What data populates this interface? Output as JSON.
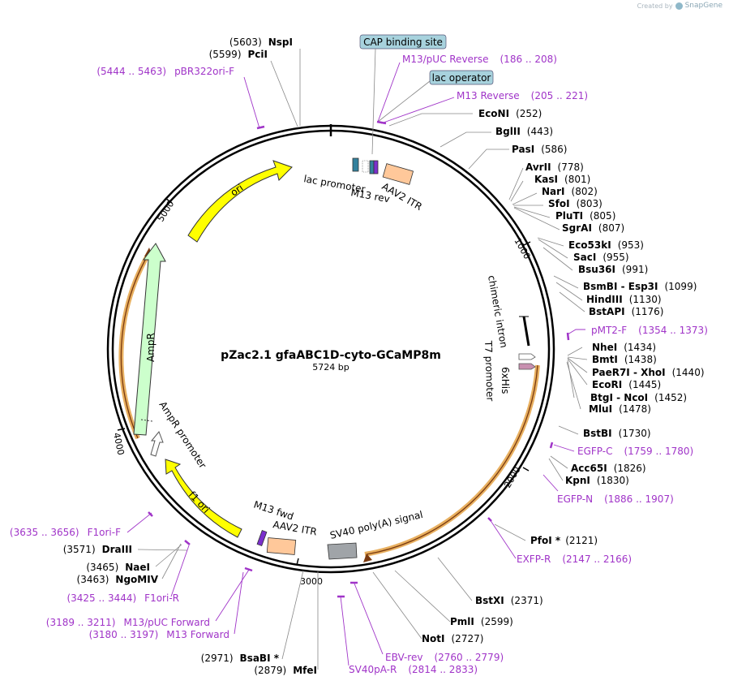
{
  "brand": {
    "created_by": "Created by",
    "app": "SnapGene"
  },
  "plasmid": {
    "name": "pZac2.1 gfaABC1D-cyto-GCaMP8m",
    "length_label": "5724 bp",
    "length": 5724
  },
  "colors": {
    "primer": "#a034c8",
    "ori": "#ffff00",
    "ampr": "#ccffcc",
    "orf_highlight": "#e8b060",
    "itr": "#ffc89a",
    "polyA": "#a0a4a8",
    "lac": "#33819d",
    "m13": "#7b2fcc",
    "callout": "#a7d2dd"
  },
  "ticks": [
    "1000",
    "2000",
    "3000",
    "4000",
    "5000"
  ],
  "enzymes_right": [
    {
      "name": "EcoNI",
      "pos": "(252)"
    },
    {
      "name": "BglII",
      "pos": "(443)"
    },
    {
      "name": "PasI",
      "pos": "(586)"
    },
    {
      "name": "AvrII",
      "pos": "(778)"
    },
    {
      "name": "KasI",
      "pos": "(801)"
    },
    {
      "name": "NarI",
      "pos": "(802)"
    },
    {
      "name": "SfoI",
      "pos": "(803)"
    },
    {
      "name": "PluTI",
      "pos": "(805)"
    },
    {
      "name": "SgrAI",
      "pos": "(807)"
    },
    {
      "name": "Eco53kI",
      "pos": "(953)"
    },
    {
      "name": "SacI",
      "pos": "(955)"
    },
    {
      "name": "Bsu36I",
      "pos": "(991)"
    },
    {
      "name": "BsmBI - Esp3I",
      "pos": "(1099)"
    },
    {
      "name": "HindIII",
      "pos": "(1130)"
    },
    {
      "name": "BstAPI",
      "pos": "(1176)"
    },
    {
      "name": "NheI",
      "pos": "(1434)"
    },
    {
      "name": "BmtI",
      "pos": "(1438)"
    },
    {
      "name": "PaeR7I - XhoI",
      "pos": "(1440)"
    },
    {
      "name": "EcoRI",
      "pos": "(1445)"
    },
    {
      "name": "BtgI - NcoI",
      "pos": "(1452)"
    },
    {
      "name": "MluI",
      "pos": "(1478)"
    },
    {
      "name": "BstBI",
      "pos": "(1730)"
    },
    {
      "name": "Acc65I",
      "pos": "(1826)"
    },
    {
      "name": "KpnI",
      "pos": "(1830)"
    },
    {
      "name": "PfoI *",
      "pos": "(2121)"
    },
    {
      "name": "BstXI",
      "pos": "(2371)"
    },
    {
      "name": "PmlI",
      "pos": "(2599)"
    },
    {
      "name": "NotI",
      "pos": "(2727)"
    }
  ],
  "enzymes_left": [
    {
      "name": "NspI",
      "pos": "(5603)"
    },
    {
      "name": "PciI",
      "pos": "(5599)"
    },
    {
      "name": "DraIII",
      "pos": "(3571)"
    },
    {
      "name": "NaeI",
      "pos": "(3465)"
    },
    {
      "name": "NgoMIV",
      "pos": "(3463)"
    },
    {
      "name": "BsaBI *",
      "pos": "(2971)"
    },
    {
      "name": "MfeI",
      "pos": "(2879)"
    }
  ],
  "primers": [
    {
      "name": "M13/pUC Reverse",
      "range": "(186 .. 208)"
    },
    {
      "name": "M13 Reverse",
      "range": "(205 .. 221)"
    },
    {
      "name": "pMT2-F",
      "range": "(1354 .. 1373)"
    },
    {
      "name": "EGFP-C",
      "range": "(1759 .. 1780)"
    },
    {
      "name": "EGFP-N",
      "range": "(1886 .. 1907)"
    },
    {
      "name": "EXFP-R",
      "range": "(2147 .. 2166)"
    },
    {
      "name": "EBV-rev",
      "range": "(2760 .. 2779)"
    },
    {
      "name": "SV40pA-R",
      "range": "(2814 .. 2833)"
    },
    {
      "name": "pBR322ori-F",
      "range": "(5444 .. 5463)"
    },
    {
      "name": "F1ori-F",
      "range": "(3635 .. 3656)"
    },
    {
      "name": "F1ori-R",
      "range": "(3425 .. 3444)"
    },
    {
      "name": "M13/pUC Forward",
      "range": "(3189 .. 3211)"
    },
    {
      "name": "M13 Forward",
      "range": "(3180 .. 3197)"
    }
  ],
  "callouts": {
    "cap": "CAP binding site",
    "lac_op": "lac operator"
  },
  "features": {
    "lac_promoter": "lac promoter",
    "m13_rev": "M13 rev",
    "aav2_itr_top": "AAV2 ITR",
    "ori": "ori",
    "ampr": "AmpR",
    "ampr_promoter": "AmpR promoter",
    "f1_ori": "f1 ori",
    "m13_fwd": "M13 fwd",
    "aav2_itr_bottom": "AAV2 ITR",
    "sv40": "SV40 poly(A) signal",
    "chimeric_intron": "chimeric intron",
    "t7_promoter": "T7 promoter",
    "his": "6xHis"
  }
}
